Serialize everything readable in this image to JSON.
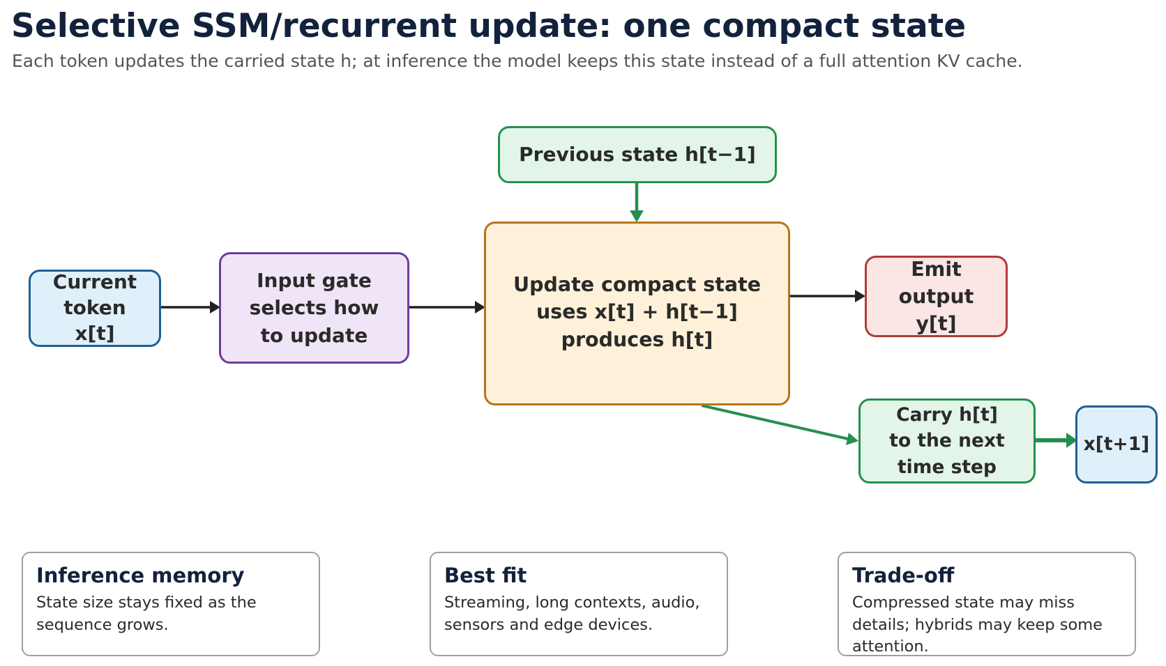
{
  "header": {
    "title": "Selective SSM/recurrent update: one compact state",
    "subtitle": "Each token updates the carried state h; at inference the model keeps this state instead of a full attention KV cache."
  },
  "nodes": {
    "current_token": "Current\ntoken\nx[t]",
    "input_gate": "Input gate\nselects how\nto update",
    "previous_state": "Previous state  h[t−1]",
    "update_state": "Update compact state\nuses x[t] + h[t−1]\nproduces h[t]",
    "emit_output": "Emit\noutput\ny[t]",
    "carry_state": "Carry h[t]\nto the next\ntime step",
    "next_token": "x[t+1]"
  },
  "cards": [
    {
      "title": "Inference memory",
      "text": "State size stays fixed as the sequence grows."
    },
    {
      "title": "Best fit",
      "text": "Streaming, long contexts, audio, sensors and edge devices."
    },
    {
      "title": "Trade-off",
      "text": "Compressed state may miss details; hybrids may keep some attention."
    }
  ],
  "colors": {
    "title": "#13223c",
    "token_blue": "#1f5f95",
    "gate_purple": "#6e3c9c",
    "state_green": "#24904f",
    "update_orange": "#b8741c",
    "output_red": "#b03a3a",
    "arrow_dark": "#222222"
  }
}
